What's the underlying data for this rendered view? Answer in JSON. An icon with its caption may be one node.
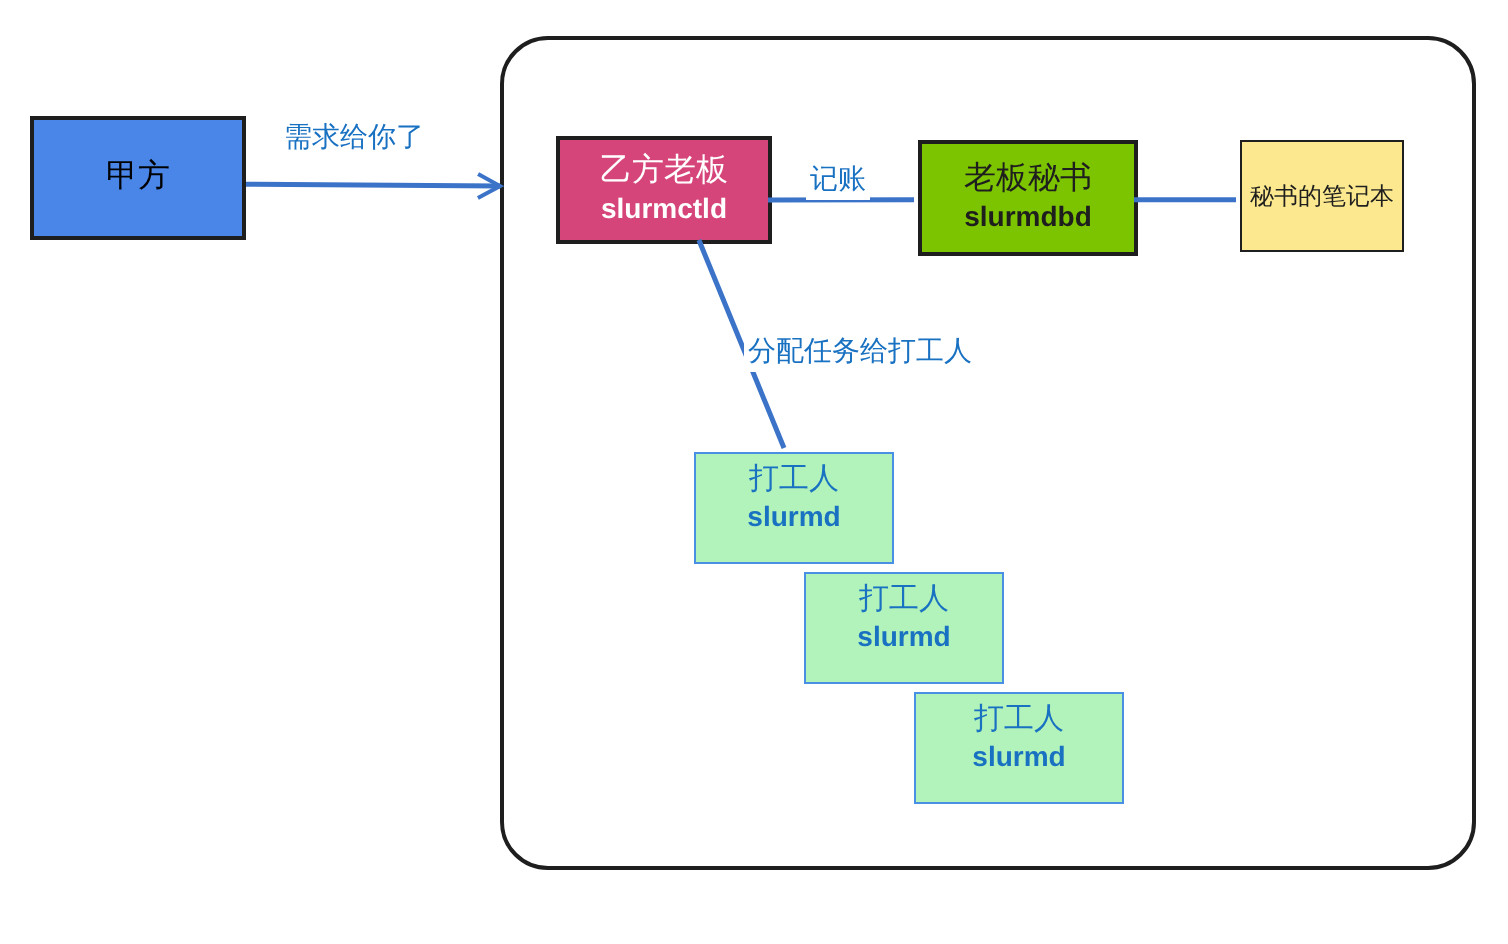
{
  "diagram": {
    "nodes": [
      {
        "text": [
          "甲方"
        ]
      },
      {
        "text": [],
        "shape": "box"
      },
      {
        "text": [
          "乙方老板",
          "slurmctld"
        ],
        "in": 1
      },
      {
        "text": [
          "老板秘书",
          "slurmdbd"
        ],
        "in": 1
      },
      {
        "text": [
          "秘书的笔记本"
        ],
        "in": 1
      },
      {
        "text": [
          "打工人",
          "slurmd"
        ],
        "in": 1
      },
      {
        "text": [
          "打工人",
          "slurmd"
        ],
        "in": 1
      },
      {
        "text": [
          "打工人",
          "slurmd"
        ],
        "in": 1
      }
    ],
    "edges": [
      {
        "from": 0,
        "to": 1,
        "arrow": "to",
        "label": "需求给你了"
      },
      {
        "from": 2,
        "to": 3,
        "arrow": "none",
        "label": "记账"
      },
      {
        "from": 3,
        "to": 4,
        "arrow": "none"
      },
      {
        "from": 2,
        "to": 5,
        "arrow": "none",
        "label": "分配任务给打工人"
      }
    ]
  }
}
